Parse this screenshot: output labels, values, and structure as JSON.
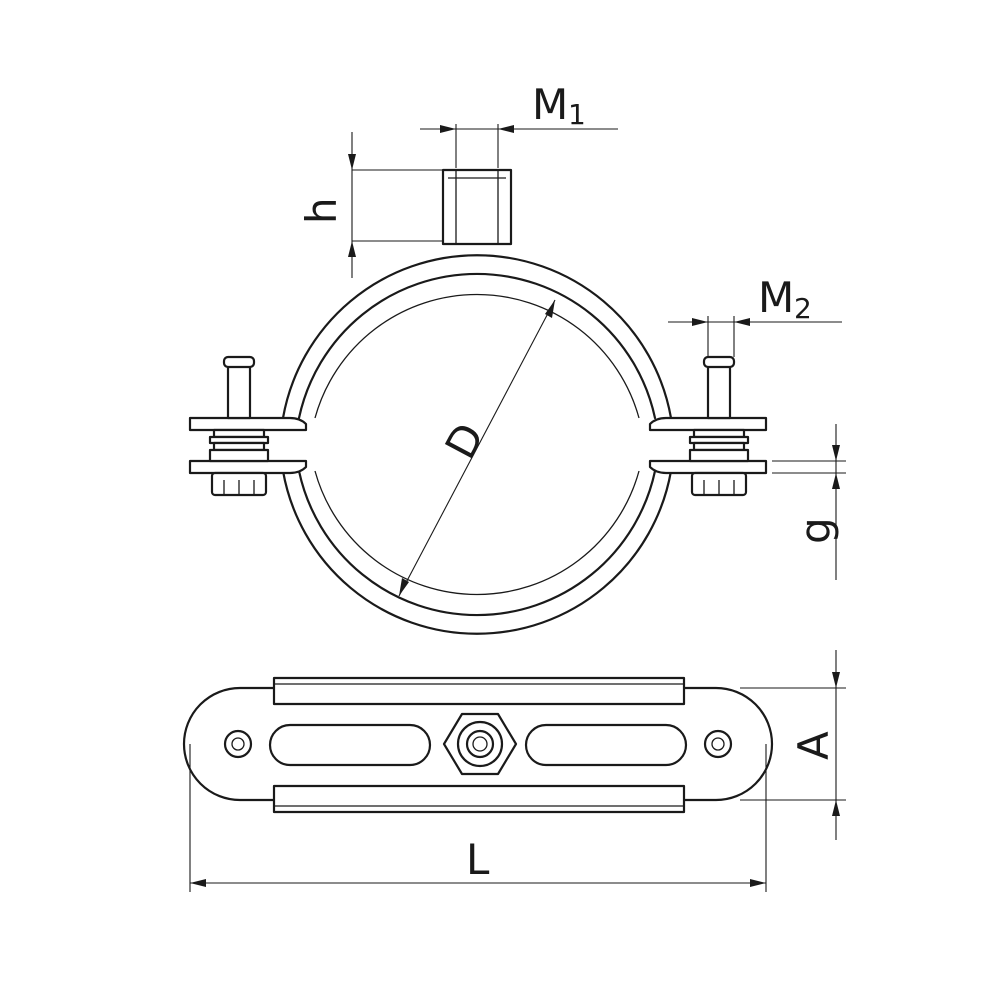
{
  "labels": {
    "m1_main": "M",
    "m1_sub": "1",
    "m2_main": "M",
    "m2_sub": "2",
    "h": "h",
    "d": "D",
    "g": "g",
    "a": "A",
    "l": "L"
  },
  "colors": {
    "line": "#1a1a1a",
    "background": "#ffffff"
  }
}
